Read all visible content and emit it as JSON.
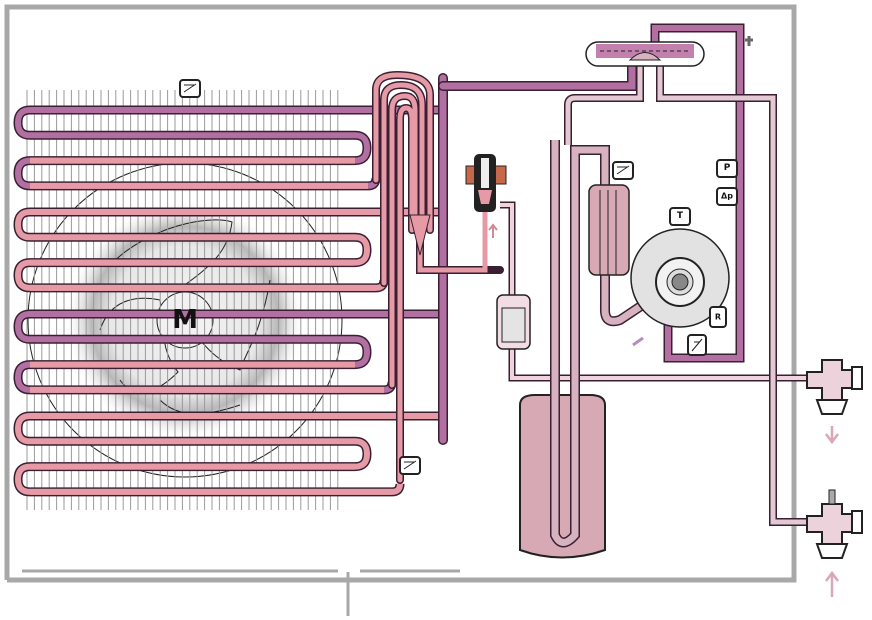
{
  "diagram": {
    "fan_motor_label": "M",
    "sensors": {
      "pressure": "P",
      "differential_pressure": "Δp",
      "temperature": "T",
      "resistor": "R"
    },
    "colors": {
      "hot_gas": "#b26fa2",
      "liquid": "#e59aa6",
      "suction": "#d7b3bf",
      "receiver": "#d6a9b5",
      "casing": "#a8a8a8",
      "fins": "#9a9a9a"
    },
    "icons": [
      "fan-motor-icon",
      "temperature-sensor-icon",
      "pressure-switch-icon",
      "differential-pressure-icon",
      "heater-icon",
      "service-valve-icon",
      "flow-arrow-icon"
    ]
  }
}
